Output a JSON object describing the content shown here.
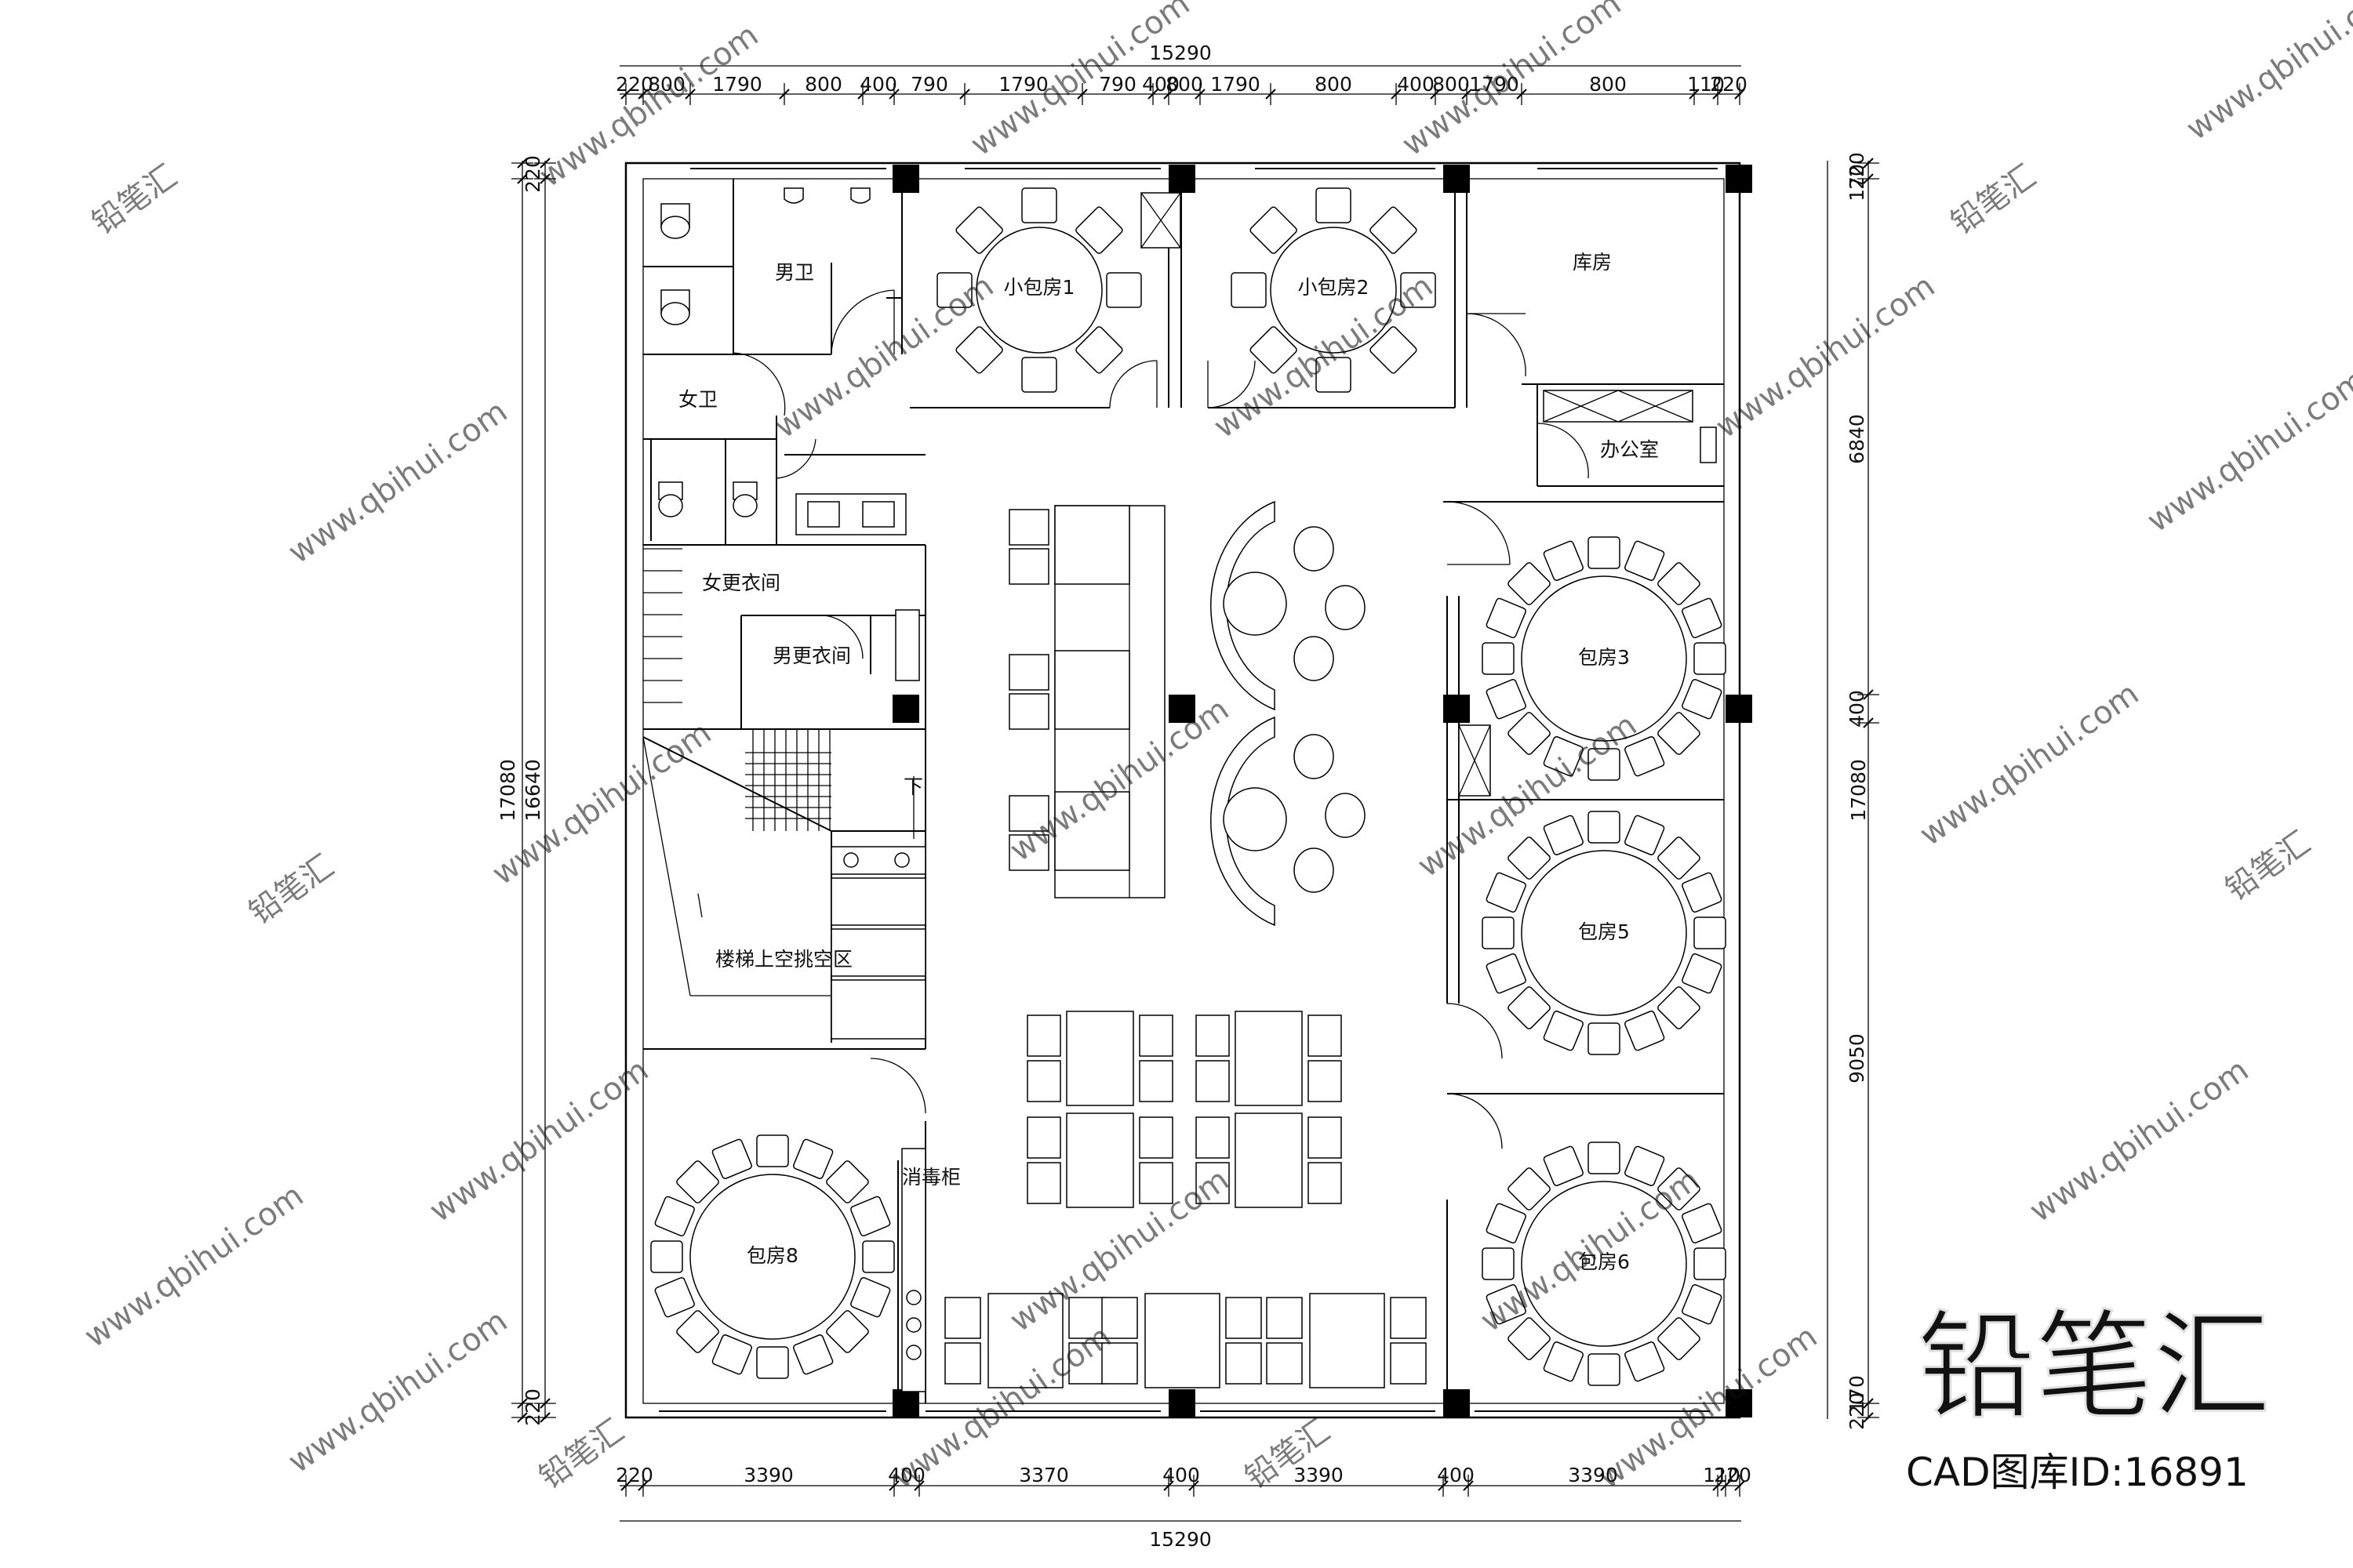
{
  "dimensions": {
    "top_total": "15290",
    "top_segments": [
      "220",
      "800",
      "1790",
      "800",
      "400",
      "790",
      "1790",
      "790",
      "400",
      "800",
      "1790",
      "800",
      "400",
      "800",
      "1790",
      "800",
      "110",
      "220"
    ],
    "bottom_total": "15290",
    "bottom_segments": [
      "220",
      "3390",
      "400",
      "3370",
      "400",
      "3390",
      "400",
      "3390",
      "110",
      "220"
    ],
    "left_outer": "17080",
    "left_inner": "16640",
    "left_top": "220",
    "left_bottom": "220",
    "right_total": "17080",
    "right_segments": [
      "220",
      "170",
      "6840",
      "400",
      "9050",
      "170",
      "220"
    ]
  },
  "rooms": {
    "men_toilet": "男卫",
    "women_toilet": "女卫",
    "women_changing": "女更衣间",
    "men_changing": "男更衣间",
    "stair_void": "楼梯上空挑空区",
    "stair_down": "下",
    "disinfection": "消毒柜",
    "storage": "库房",
    "office": "办公室",
    "small_private_1": "小包房1",
    "small_private_2": "小包房2",
    "private_3": "包房3",
    "private_5": "包房5",
    "private_6": "包房6",
    "private_8": "包房8"
  },
  "watermark": {
    "text": "铅笔汇",
    "url": "www.qbihui.com",
    "cad_id": "CAD图库ID:16891"
  }
}
